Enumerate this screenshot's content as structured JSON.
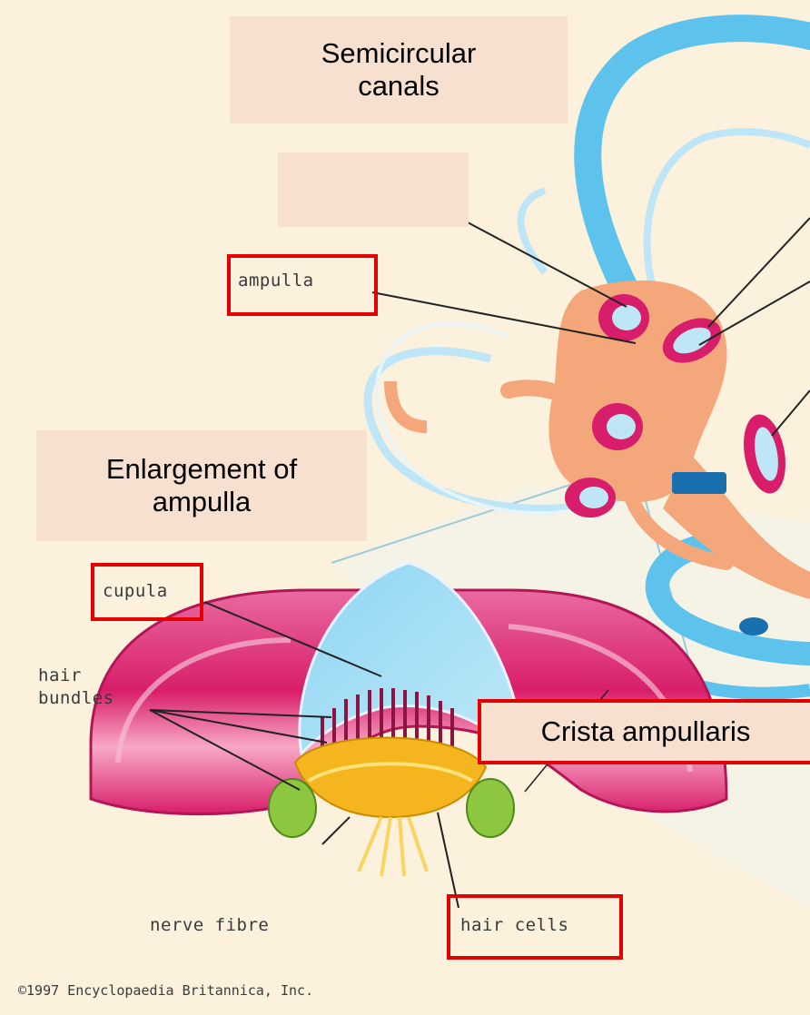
{
  "labels": {
    "semicircular_canals": "Semicircular canals",
    "enlargement_of_ampulla": "Enlargement of ampulla",
    "crista_ampullaris": "Crista ampullaris",
    "ampulla": "ampulla",
    "cupula": "cupula",
    "hair_bundles_1": "hair",
    "hair_bundles_2": "bundles",
    "nerve_fibre": "nerve fibre",
    "hair_cells": "hair cells"
  },
  "copyright": "©1997 Encyclopaedia Britannica, Inc.",
  "colors": {
    "background": "#fcf1dc",
    "canal_blue": "#5ec3ec",
    "nerve_orange": "#f4a77a",
    "magenta": "#d81e6a",
    "label_box": "#f7e0cf",
    "highlight_red": "#e30000"
  }
}
